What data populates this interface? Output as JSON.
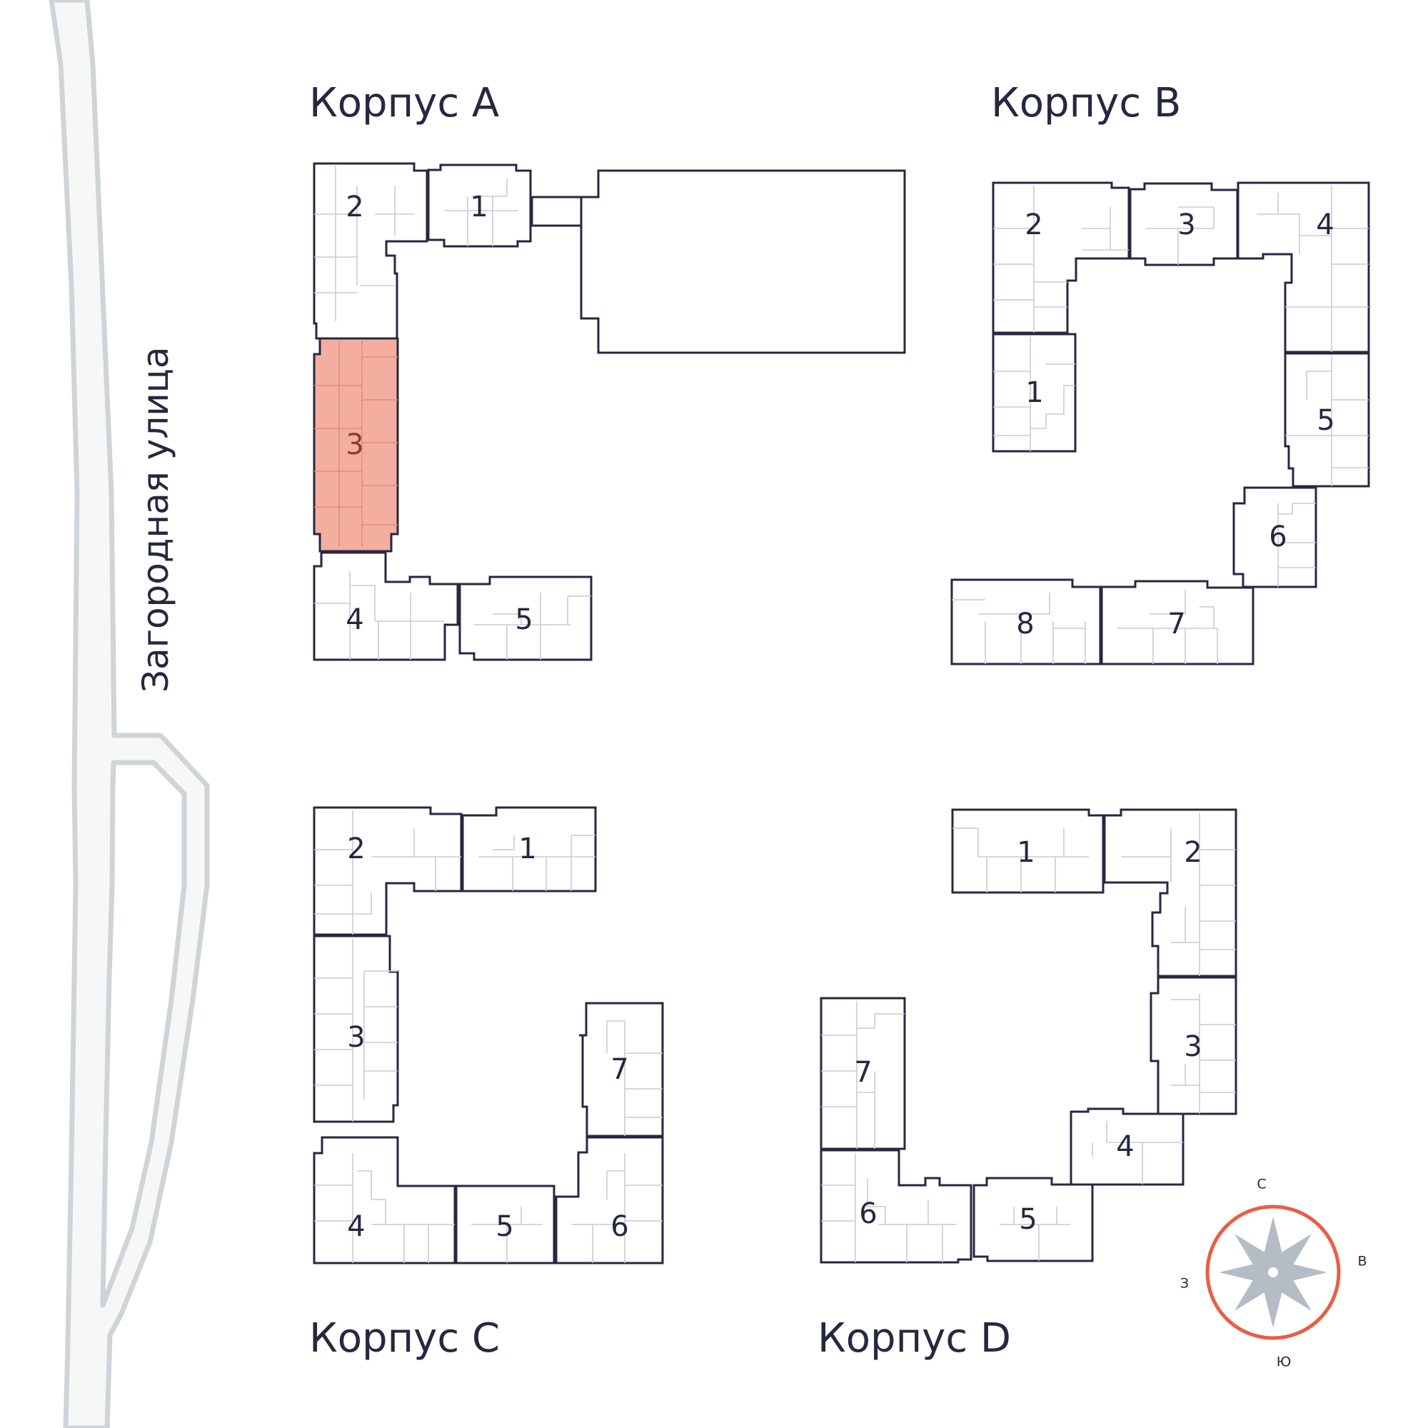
{
  "street": {
    "label": "Загородная улица"
  },
  "korpus": {
    "a": {
      "label": "Корпус A",
      "sections": [
        "2",
        "1",
        "3",
        "4",
        "5"
      ],
      "selected_section": "3"
    },
    "b": {
      "label": "Корпус B",
      "sections": [
        "2",
        "3",
        "4",
        "1",
        "5",
        "6",
        "8",
        "7"
      ]
    },
    "c": {
      "label": "Корпус C",
      "sections": [
        "2",
        "1",
        "3",
        "7",
        "4",
        "5",
        "6"
      ]
    },
    "d": {
      "label": "Корпус D",
      "sections": [
        "1",
        "2",
        "3",
        "7",
        "4",
        "6",
        "5"
      ]
    }
  },
  "compass": {
    "north": "С",
    "east": "В",
    "south": "Ю",
    "west": "З"
  },
  "colors": {
    "selected_fill": "#f3aea0",
    "outline": "#262840",
    "compass_ring": "#e85e45",
    "road": "#cfd4d8"
  }
}
